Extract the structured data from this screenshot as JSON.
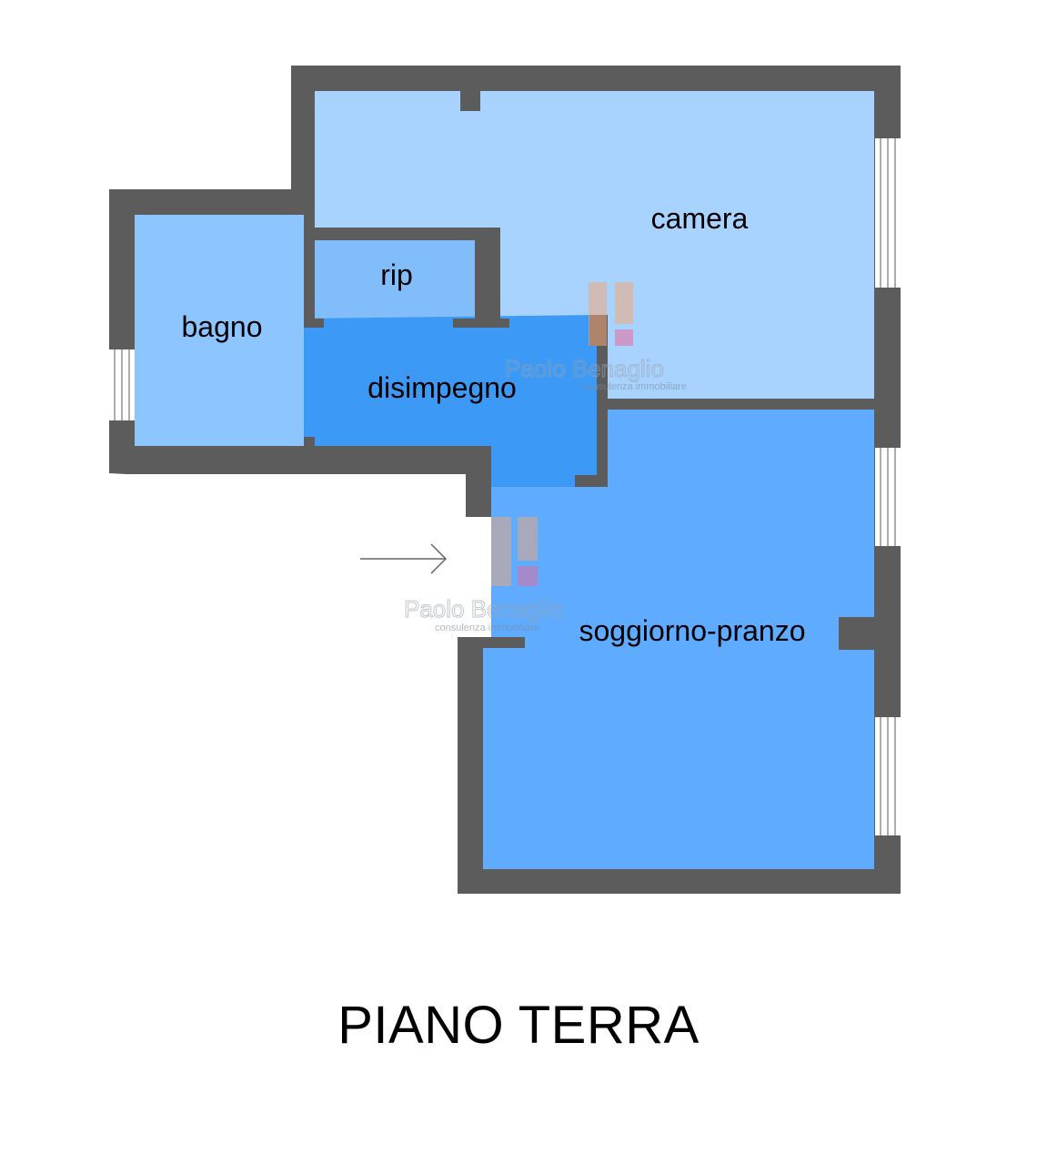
{
  "floor_title": "PIANO TERRA",
  "rooms": {
    "camera": "camera",
    "rip": "rip",
    "bagno": "bagno",
    "disimpegno": "disimpegno",
    "soggiorno": "soggiorno-pranzo"
  },
  "watermark": {
    "brand": "Paolo Benaglio",
    "tagline": "consulenza immobiliare"
  },
  "colors": {
    "wall": "#5c5c5c",
    "camera": "#a8d3ff",
    "bagno": "#8cc5ff",
    "rip": "#82bdfb",
    "disimpegno": "#3d99f6",
    "soggiorno": "#5eabff",
    "logo_orange": "#f1a87a",
    "logo_pink": "#e96a96"
  }
}
